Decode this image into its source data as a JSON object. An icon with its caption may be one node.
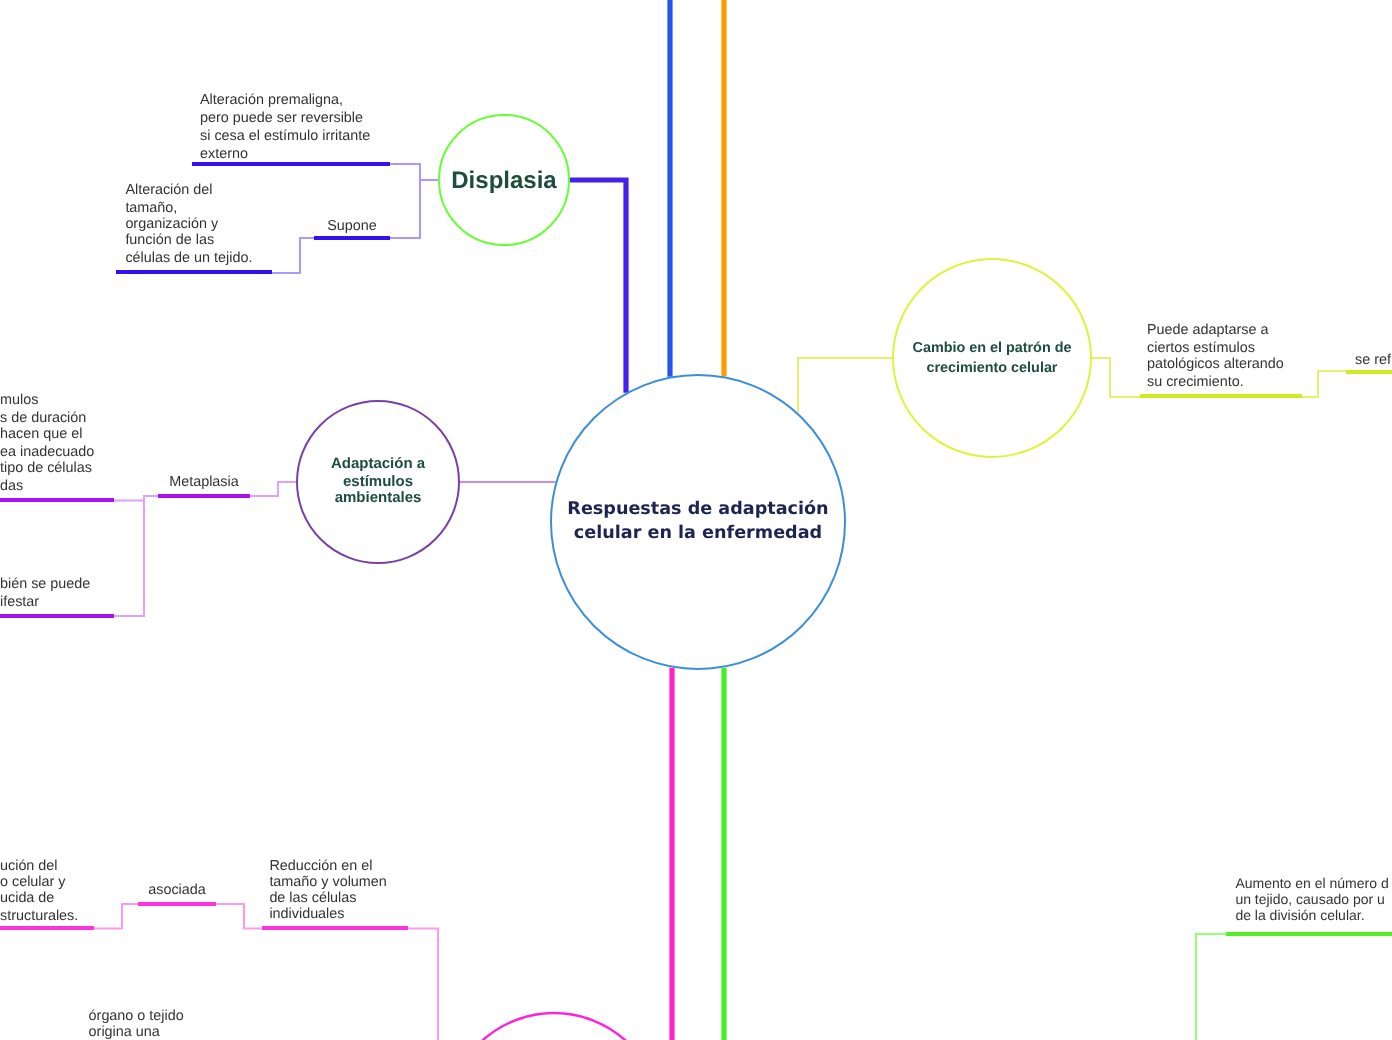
{
  "diagram": {
    "nodes": [
      {
        "text": [
          "Respuestas de adaptación celular en la enfermedad"
        ]
      },
      {
        "text": [
          "Displasia"
        ]
      },
      {
        "text": [
          "Alteración premaligna, pero puede ser reversible si cesa el estímulo irritante externo"
        ]
      },
      {
        "text": [
          "Supone"
        ]
      },
      {
        "text": [
          "Alteración del tamaño, organización y función de las células de un tejido."
        ]
      },
      {
        "text": [
          "Cambio en el patrón de crecimiento celular"
        ]
      },
      {
        "text": [
          "Puede adaptarse a ciertos estímulos patológicos alterando su crecimiento."
        ]
      },
      {
        "text": [
          "se ref"
        ]
      },
      {
        "text": [
          "Adaptación a estímulos ambientales"
        ]
      },
      {
        "text": [
          "Metaplasia"
        ]
      },
      {
        "text": [
          "mulos s de duración hacen que el ea inadecuado tipo de células das"
        ]
      },
      {
        "text": [
          "bién se puede ifestar"
        ]
      },
      {
        "text": [
          "ución del o celular y ucida de structurales."
        ]
      },
      {
        "text": [
          "asociada"
        ]
      },
      {
        "text": [
          "Reducción en el tamaño y volumen de las células individuales"
        ]
      },
      {
        "text": [
          "Aumento en el número d un tejido, causado por u de la división celular."
        ]
      },
      {
        "text": [],
        "shape": "circle"
      }
    ],
    "edges": [
      {
        "from": 0,
        "to": null,
        "arrow": "none",
        "style": "thick",
        "color": "#2255ee"
      },
      {
        "from": 0,
        "to": null,
        "arrow": "none",
        "style": "thick",
        "color": "#ff9900"
      },
      {
        "from": 0,
        "to": 1,
        "arrow": "none",
        "style": "thick",
        "color": "#4422ee"
      },
      {
        "from": 1,
        "to": 2,
        "arrow": "none",
        "color": "#a899ff"
      },
      {
        "from": 1,
        "to": 3,
        "arrow": "none",
        "color": "#a899ff"
      },
      {
        "from": 3,
        "to": 4,
        "arrow": "none",
        "color": "#a899ff"
      },
      {
        "from": 0,
        "to": 5,
        "arrow": "none",
        "color": "#e2f26a"
      },
      {
        "from": 5,
        "to": 6,
        "arrow": "none",
        "color": "#e2f26a"
      },
      {
        "from": 6,
        "to": 7,
        "arrow": "none",
        "color": "#e2f26a"
      },
      {
        "from": 0,
        "to": 8,
        "arrow": "none",
        "color": "#cc8be8"
      },
      {
        "from": 8,
        "to": 9,
        "arrow": "none",
        "color": "#dda2ff"
      },
      {
        "from": 9,
        "to": 10,
        "arrow": "none",
        "color": "#dda2ff"
      },
      {
        "from": 9,
        "to": 11,
        "arrow": "none",
        "color": "#dda2ff"
      },
      {
        "from": 0,
        "to": null,
        "arrow": "none",
        "style": "thick",
        "color": "#ff22cc"
      },
      {
        "from": 0,
        "to": null,
        "arrow": "none",
        "style": "thick",
        "color": "#44ee22"
      },
      {
        "from": null,
        "to": 14,
        "arrow": "none",
        "color": "#ff99ee"
      },
      {
        "from": 14,
        "to": 13,
        "arrow": "none",
        "color": "#ff99ee"
      },
      {
        "from": 13,
        "to": 12,
        "arrow": "none",
        "color": "#ff99ee"
      },
      {
        "from": null,
        "to": 15,
        "arrow": "none",
        "color": "#99ff77"
      }
    ],
    "labels": [
      "órgano o tejido origina una"
    ]
  }
}
